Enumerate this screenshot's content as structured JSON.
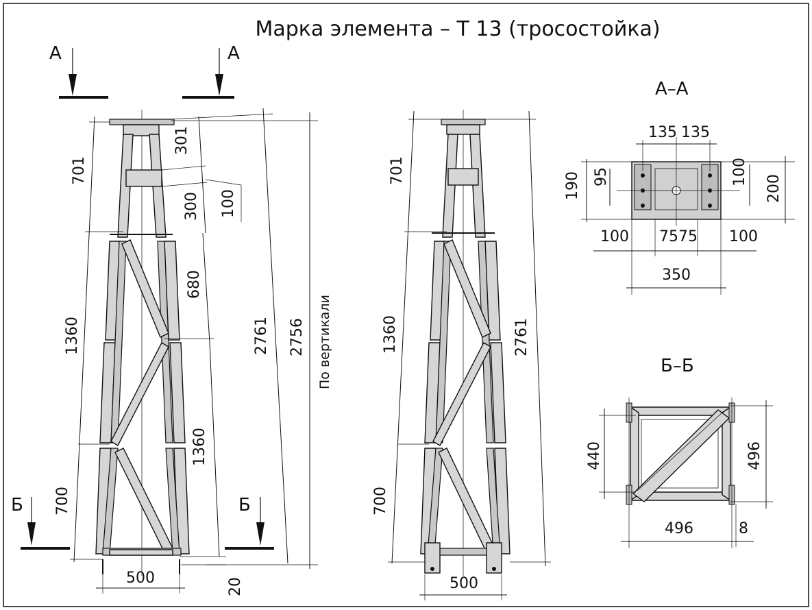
{
  "title": "Марка элемента – Т 13 (тросостойка)",
  "section_marks": {
    "a": "А",
    "b": "Б"
  },
  "section_titles": {
    "aa": "А–А",
    "bb": "Б–Б"
  },
  "front_view": {
    "dims": {
      "d701": "701",
      "d301": "301",
      "d300": "300",
      "d100": "100",
      "d680": "680",
      "d1360a": "1360",
      "d1360b": "1360",
      "d2761": "2761",
      "d2756": "2756",
      "d700": "700",
      "d500": "500",
      "d20": "20"
    },
    "vertical_note": "По вертикали"
  },
  "side_view": {
    "dims": {
      "d701": "701",
      "d1360": "1360",
      "d2761": "2761",
      "d700": "700",
      "d500": "500"
    }
  },
  "section_aa": {
    "dims": {
      "d135a": "135",
      "d135b": "135",
      "d95": "95",
      "d190": "190",
      "d100r": "100",
      "d200": "200",
      "d100l": "100",
      "d7575": "7575",
      "d100b": "100",
      "d350": "350"
    }
  },
  "section_bb": {
    "dims": {
      "d440": "440",
      "d496v": "496",
      "d496h": "496",
      "d8": "8"
    }
  }
}
